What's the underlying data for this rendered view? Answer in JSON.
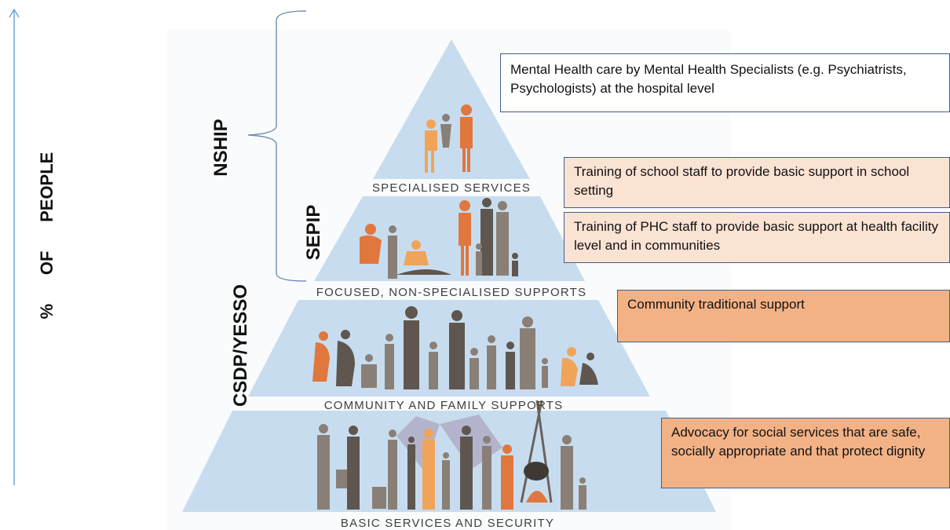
{
  "axis": {
    "label": "%      OF      PEOPLE"
  },
  "programs": {
    "nship": "NSHIP",
    "sepip": "SEPIP",
    "csdp": "CSDP/YESSO"
  },
  "tiers": [
    {
      "caption": "SPECIALISED SERVICES"
    },
    {
      "caption": "FOCUSED, NON-SPECIALISED SUPPORTS"
    },
    {
      "caption": "COMMUNITY AND FAMILY SUPPORTS"
    },
    {
      "caption": "BASIC SERVICES AND SECURITY"
    }
  ],
  "notes": {
    "specialists": "Mental Health care by Mental Health Specialists (e.g. Psychiatrists, Psychologists) at the hospital level",
    "school_staff": "Training of school staff to provide basic support in school setting",
    "phc_staff": "Training of PHC staff to provide basic support at health facility level and in communities",
    "community": "Community traditional support",
    "advocacy": "Advocacy for social services that are safe, socially appropriate and that protect dignity"
  },
  "colors": {
    "tier_fill": "#c7ddef",
    "axis_arrow": "#4a8fd0",
    "figure_grey": "#8a7f76",
    "figure_dark": "#5e564f",
    "figure_orange": "#e0773f",
    "figure_light_orange": "#f0a45a"
  }
}
